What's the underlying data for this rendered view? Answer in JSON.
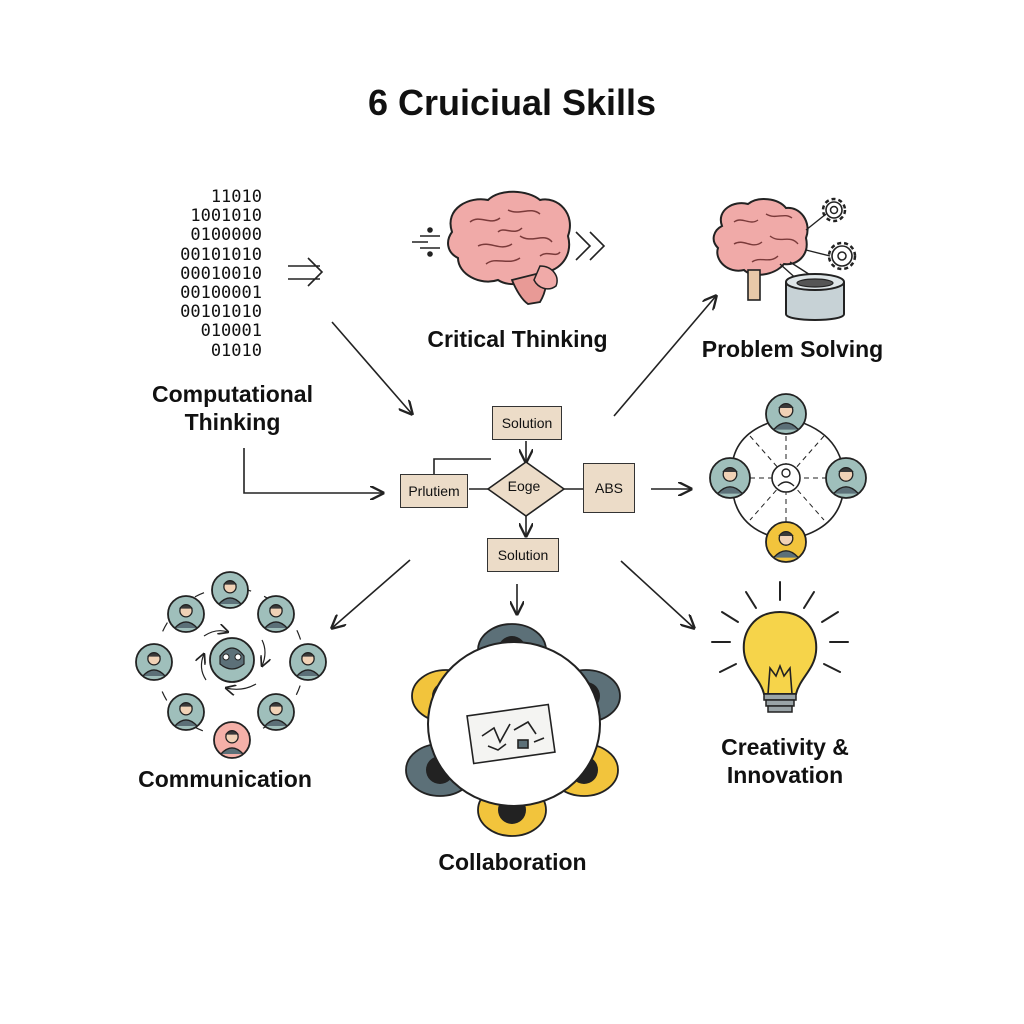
{
  "title": "6 Cruiciual Skills",
  "binary_lines": [
    "11010",
    "1001010",
    "0100000",
    "00101010",
    "00010010",
    "00100001",
    "00101010",
    "010001",
    "01010"
  ],
  "skills": {
    "computational": "Computational Thinking",
    "critical": "Critical Thinking",
    "problem": "Problem Solving",
    "communication": "Communication",
    "collaboration": "Collaboration",
    "creativity": "Creativity & Innovation"
  },
  "flowchart": {
    "top": "Solution",
    "left": "Prlutiem",
    "center": "Eoge",
    "right": "ABS",
    "bottom": "Solution"
  },
  "colors": {
    "brain_pink": "#f0aaa8",
    "box_beige": "#ecdcc8",
    "avatar_teal": "#9fbfbb",
    "avatar_yellow": "#f2c43c",
    "bulb_yellow": "#f6d44a",
    "person_slate": "#5c7078"
  }
}
